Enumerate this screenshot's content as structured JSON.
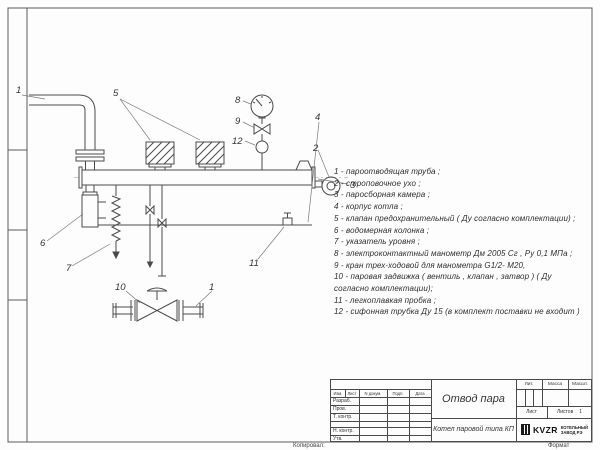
{
  "legend": {
    "items": [
      {
        "num": "1",
        "text": "-  пароотводящая труба ;"
      },
      {
        "num": "2",
        "text": "-  строповочное ухо ;"
      },
      {
        "num": "3",
        "text": "-  паросборная камера ;"
      },
      {
        "num": "4",
        "text": "-  корпус котла ;"
      },
      {
        "num": "5",
        "text": "-  клапан предохранительный ( Ду согласно комплектации) ;"
      },
      {
        "num": "6",
        "text": "-  водомерная колонка ;"
      },
      {
        "num": "7",
        "text": "-  указатель уровня ;"
      },
      {
        "num": "8",
        "text": "-  электроконтактный манометр Дм 2005 Сг ,  Ру 0,1 МПа ;"
      },
      {
        "num": "9",
        "text": "-  кран трех-ходовой для манометра  G1/2- М20,"
      },
      {
        "num": "10",
        "text": "-  паровая задвижка ( вентиль , клапан , затвор ) ( Ду согласно комплектации);"
      },
      {
        "num": "11",
        "text": "-  легкоплавкая пробка ;"
      },
      {
        "num": "12",
        "text": "-  сифонная трубка Ду 15 (в комплект поставки не входит )"
      }
    ]
  },
  "title_block": {
    "doc_title": "Отвод пара",
    "product": "Котел паровой типа КП",
    "lit": "Лит.",
    "massa": "Масса",
    "masshtab": "Масшт.",
    "list": "Лист",
    "listov": "Листов",
    "listov_value": "1",
    "izm": "Изм.",
    "list_col": "Лист",
    "n_dokum": "N докум.",
    "podp": "Подп.",
    "data_col": "Дата",
    "razrab": "Разраб.",
    "prov": "Пров.",
    "t_kontr": "Т. контр.",
    "n_kontr": "Н. контр.",
    "utv": "Утв.",
    "company_logo": "KVZR",
    "company_line1": "КОТЕЛЬНЫЙ",
    "company_line2": "ЗАВОД РЭ"
  },
  "footer": {
    "kopiroval": "Копировал:",
    "format": "Формат"
  }
}
